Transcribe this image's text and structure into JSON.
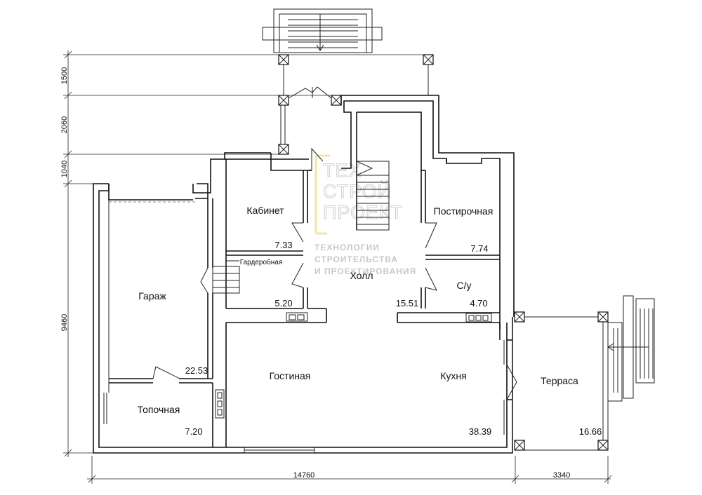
{
  "rooms": [
    {
      "id": "garage",
      "name": "Гараж",
      "area": "22.53"
    },
    {
      "id": "boiler",
      "name": "Топочная",
      "area": "7.20"
    },
    {
      "id": "office",
      "name": "Кабинет",
      "area": "7.33"
    },
    {
      "id": "wardrobe",
      "name": "Гардеробная",
      "area": "5.20"
    },
    {
      "id": "hall",
      "name": "Холл",
      "area": "15.51"
    },
    {
      "id": "laundry",
      "name": "Постирочная",
      "area": "7.74"
    },
    {
      "id": "wc",
      "name": "С/у",
      "area": "4.70"
    },
    {
      "id": "living",
      "name": "Гостиная",
      "area": ""
    },
    {
      "id": "kitchen",
      "name": "Кухня",
      "area": "38.39"
    },
    {
      "id": "terrace",
      "name": "Терраса",
      "area": "16.66"
    }
  ],
  "dimensions": {
    "left": [
      "1500",
      "2060",
      "1040",
      "9460"
    ],
    "bottom": [
      "14760",
      "3340"
    ]
  },
  "watermark": {
    "line1": "ТЕХ",
    "line2": "СТРОЙ",
    "line3": "ПРОЕКТ",
    "sub1": "ТЕХНОЛОГИИ",
    "sub2": "СТРОИТЕЛЬСТВА",
    "sub3": "И ПРОЕКТИРОВАНИЯ"
  },
  "colors": {
    "line": "#111111",
    "watermark_accent": "#f2e6a8"
  }
}
